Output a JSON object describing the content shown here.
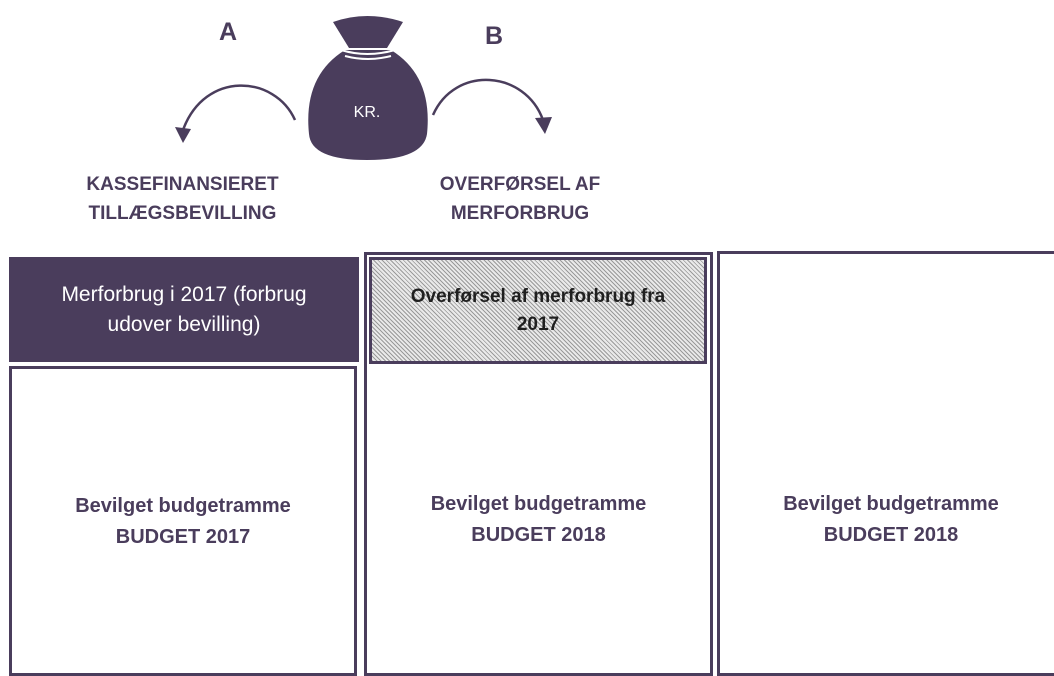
{
  "labels": {
    "a": "A",
    "b": "B",
    "bag": "KR."
  },
  "captions": {
    "left": [
      "KASSEFINANSIERET",
      "TILLÆGSBEVILLING"
    ],
    "right": [
      "OVERFØRSEL AF",
      "MERFORBRUG"
    ]
  },
  "columns": {
    "col1": {
      "top_box": [
        "Merforbrug i 2017 (forbrug",
        "udover bevilling)"
      ],
      "body": [
        "Bevilget budgetramme",
        "BUDGET 2017"
      ]
    },
    "col2": {
      "top_box": [
        "Overførsel af merforbrug fra",
        "2017"
      ],
      "body": [
        "Bevilget budgetramme",
        "BUDGET 2018"
      ]
    },
    "col3": {
      "body": [
        "Bevilget budgetramme",
        "BUDGET 2018"
      ]
    }
  },
  "colors": {
    "primary": "#4a3d5c",
    "hatch": "#9a9a9a",
    "background": "#ffffff"
  },
  "icons": [
    "money-bag-icon",
    "arrow-a-icon",
    "arrow-b-icon"
  ]
}
